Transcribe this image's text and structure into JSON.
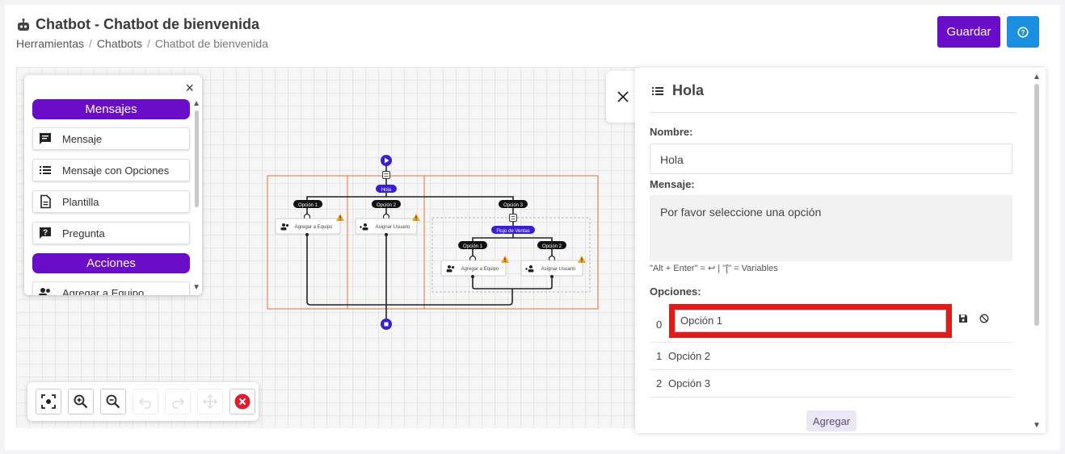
{
  "header": {
    "title": "Chatbot - Chatbot de bienvenida",
    "breadcrumb": [
      "Herramientas",
      "Chatbots",
      "Chatbot de bienvenida"
    ],
    "save_label": "Guardar"
  },
  "palette": {
    "groups": [
      {
        "label": "Mensajes"
      },
      {
        "label": "Acciones"
      }
    ],
    "items": [
      {
        "label": "Mensaje",
        "icon": "message-icon"
      },
      {
        "label": "Mensaje con Opciones",
        "icon": "list-icon"
      },
      {
        "label": "Plantilla",
        "icon": "document-icon"
      },
      {
        "label": "Pregunta",
        "icon": "question-icon"
      },
      {
        "label": "Agregar a Equipo",
        "icon": "group-add-icon"
      }
    ]
  },
  "flow": {
    "start_node": "Hola",
    "options": [
      "Opción 1",
      "Opción 2",
      "Opción 3"
    ],
    "action_1": "Agregar a Equipo",
    "action_2": "Asignar Usuario",
    "subflow": "Flujo de Ventas",
    "sub_options": [
      "Opción 1",
      "Opción 2"
    ],
    "sub_action_1": "Agregar a Equipo",
    "sub_action_2": "Asignar Usuario"
  },
  "panel": {
    "title": "Hola",
    "name_label": "Nombre:",
    "name_value": "Hola",
    "message_label": "Mensaje:",
    "message_value": "Por favor seleccione una opción",
    "hint": "\"Alt + Enter\" = ↩ |   \"[\" = Variables",
    "options_label": "Opciones:",
    "options": [
      {
        "index": "0",
        "label": "Opción 1"
      },
      {
        "index": "1",
        "label": "Opción 2"
      },
      {
        "index": "2",
        "label": "Opción 3"
      }
    ],
    "add_label": "Agregar"
  },
  "colors": {
    "primary": "#6a0dc9",
    "help": "#1a8fe0",
    "flow_node": "#3a1fd0",
    "highlight": "#e01b1b",
    "group_border": "#e0703a",
    "warning": "#f0a020"
  }
}
